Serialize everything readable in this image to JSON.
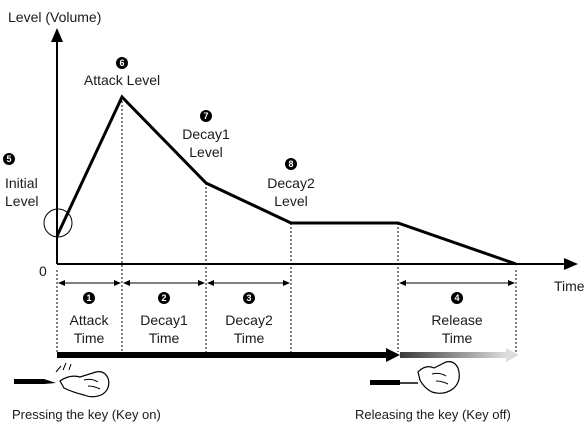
{
  "axes": {
    "y_label": "Level (Volume)",
    "x_label": "Time",
    "origin_label": "0"
  },
  "levels": {
    "initial": {
      "num": "5",
      "line1": "Initial",
      "line2": "Level"
    },
    "attack": {
      "num": "6",
      "line1": "Attack Level"
    },
    "decay1": {
      "num": "7",
      "line1": "Decay1",
      "line2": "Level"
    },
    "decay2": {
      "num": "8",
      "line1": "Decay2",
      "line2": "Level"
    }
  },
  "times": {
    "attack": {
      "num": "1",
      "line1": "Attack",
      "line2": "Time"
    },
    "decay1": {
      "num": "2",
      "line1": "Decay1",
      "line2": "Time"
    },
    "decay2": {
      "num": "3",
      "line1": "Decay2",
      "line2": "Time"
    },
    "release": {
      "num": "4",
      "line1": "Release",
      "line2": "Time"
    }
  },
  "captions": {
    "key_on": "Pressing the key (Key on)",
    "key_off": "Releasing the key (Key off)"
  },
  "colors": {
    "line": "#000000",
    "text": "#1a1a1a",
    "release_fade": "#cccccc"
  }
}
